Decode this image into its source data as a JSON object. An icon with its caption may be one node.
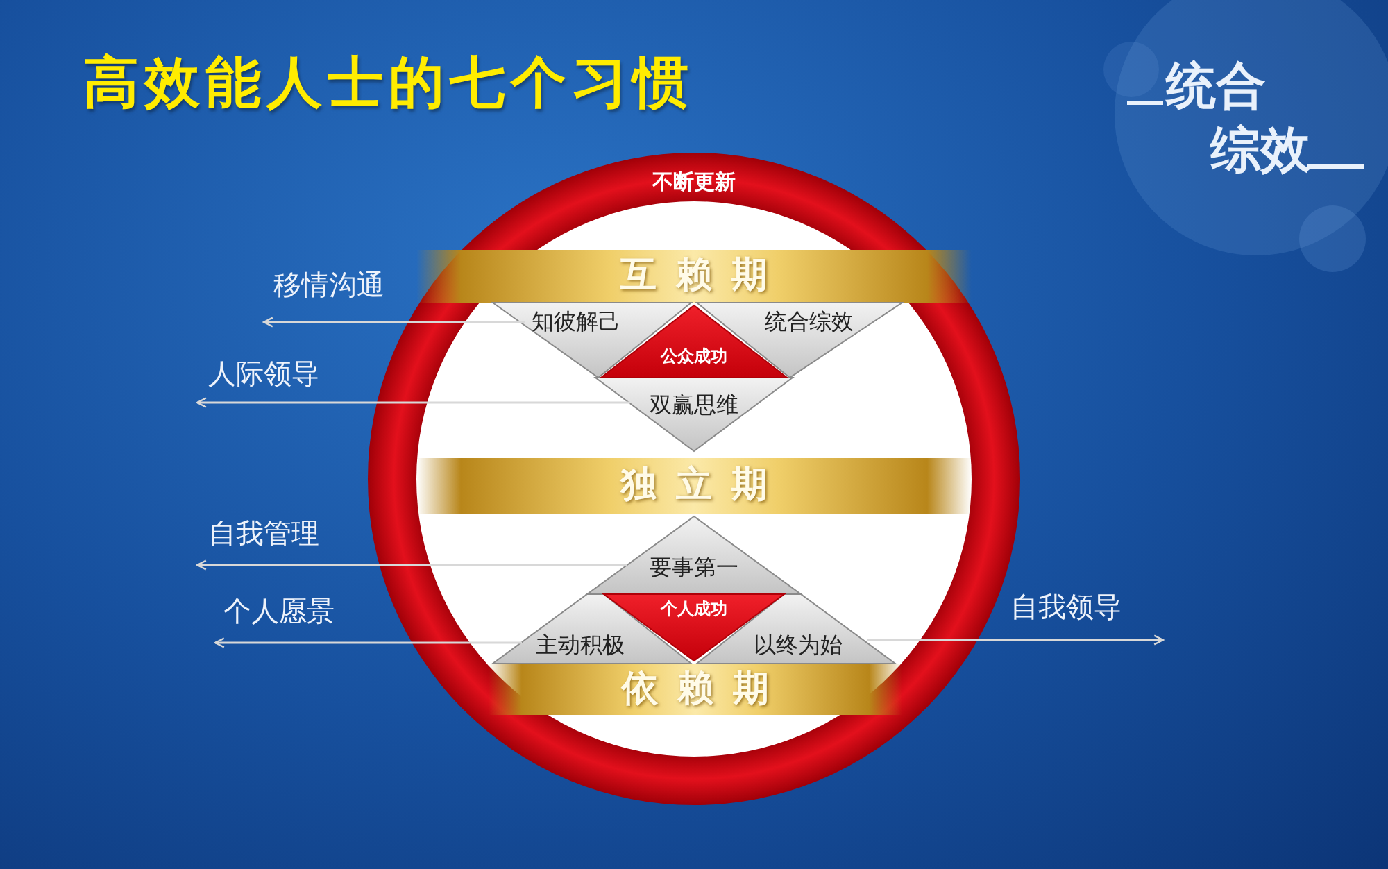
{
  "diagram": {
    "title": "高效能人士的七个习惯",
    "nodes": [
      {
        "text": [
          "不断更新"
        ]
      },
      {
        "text": [
          "互赖期"
        ],
        "in": 0
      },
      {
        "text": [
          "知彼解己"
        ],
        "in": 0
      },
      {
        "text": [
          "统合综效"
        ],
        "in": 0
      },
      {
        "text": [
          "公众成功"
        ],
        "in": 0
      },
      {
        "text": [
          "双赢思维"
        ],
        "in": 0
      },
      {
        "text": [
          "独立期"
        ],
        "in": 0
      },
      {
        "text": [
          "要事第一"
        ],
        "in": 0
      },
      {
        "text": [
          "个人成功"
        ],
        "in": 0
      },
      {
        "text": [
          "主动积极"
        ],
        "in": 0
      },
      {
        "text": [
          "以终为始"
        ],
        "in": 0
      },
      {
        "text": [
          "依赖期"
        ],
        "in": 0
      },
      {
        "text": [
          "移情沟通"
        ]
      },
      {
        "text": [
          "人际领导"
        ]
      },
      {
        "text": [
          "自我管理"
        ]
      },
      {
        "text": [
          "个人愿景"
        ]
      },
      {
        "text": [
          "自我领导"
        ]
      }
    ],
    "edges": [
      {
        "from": 2,
        "to": 12,
        "arrow": "to"
      },
      {
        "from": 5,
        "to": 13,
        "arrow": "to"
      },
      {
        "from": 7,
        "to": 14,
        "arrow": "to"
      },
      {
        "from": 9,
        "to": 15,
        "arrow": "to"
      },
      {
        "from": 10,
        "to": 16,
        "arrow": "to"
      }
    ],
    "labels": [
      "统合",
      "综效"
    ]
  }
}
